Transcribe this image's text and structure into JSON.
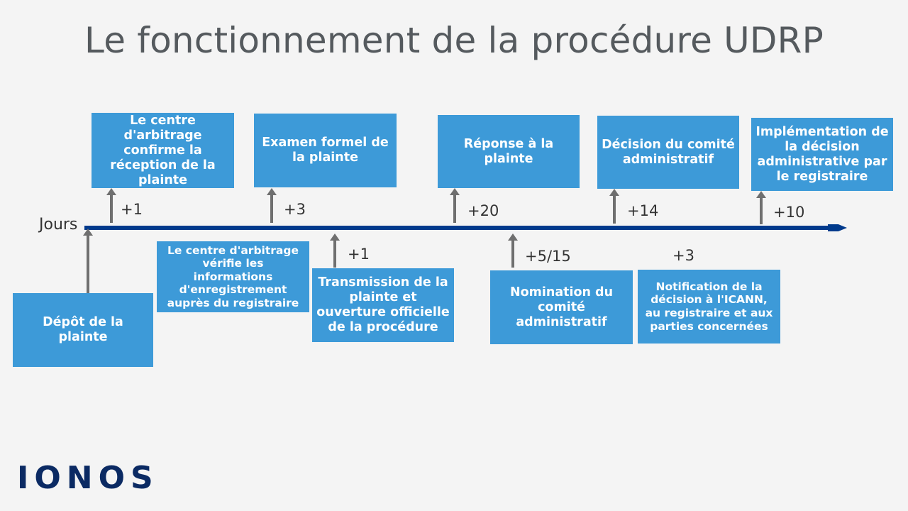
{
  "title": "Le fonctionnement de la procédure UDRP",
  "axis_label": "Jours",
  "colors": {
    "box": "#3d9ad8",
    "axis": "#003a8c",
    "arrow": "#6f6f6f",
    "logo": "#0b2a63"
  },
  "steps_above": [
    {
      "label": "Le centre d'arbitrage confirme la réception de la plainte",
      "delay": "+1"
    },
    {
      "label": "Examen formel de la plainte",
      "delay": "+3"
    },
    {
      "label": "Réponse à la plainte",
      "delay": "+20"
    },
    {
      "label": "Décision du comité administratif",
      "delay": "+14"
    },
    {
      "label": "Implémentation de la décision administrative par le registraire",
      "delay": "+10"
    }
  ],
  "steps_below": [
    {
      "label": "Dépôt de la plainte"
    },
    {
      "label": "Le centre d'arbitrage vérifie les informations d'enregistrement auprès du registraire"
    },
    {
      "label": "Transmission de la plainte et ouverture officielle de la procédure",
      "delay": "+1"
    },
    {
      "label": "Nomination du comité administratif",
      "delay": "+5/15"
    },
    {
      "label": "Notification de la décision à l'ICANN, au registraire et aux parties concernées",
      "delay": "+3"
    }
  ],
  "logo": "IONOS"
}
